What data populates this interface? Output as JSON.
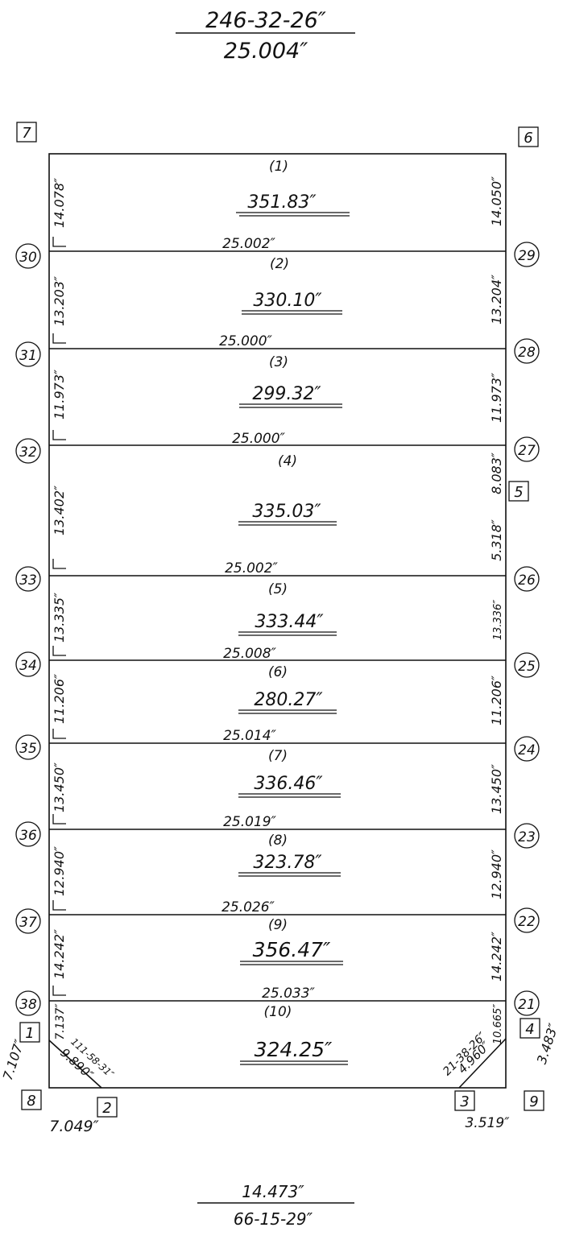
{
  "header": {
    "bearing": "246-32-26″",
    "distance": "25.004″"
  },
  "footer": {
    "distance": "14.473″",
    "bearing": "66-15-29″"
  },
  "corner_markers": {
    "top_left": "7",
    "top_right": "6",
    "right_mid": "5",
    "lower_left": "1",
    "lower_right": "4",
    "bottom_left": "8",
    "bottom_left_inner": "2",
    "bottom_right_inner": "3",
    "bottom_right": "9"
  },
  "left_points": [
    "30",
    "31",
    "32",
    "33",
    "34",
    "35",
    "36",
    "37",
    "38"
  ],
  "right_points": [
    "29",
    "28",
    "27",
    "26",
    "25",
    "24",
    "23",
    "22",
    "21"
  ],
  "lots": [
    {
      "no": "(1)",
      "area": "351.83″",
      "left_side": "14.078″",
      "right_side": "14.050″",
      "bottom": "25.002″"
    },
    {
      "no": "(2)",
      "area": "330.10″",
      "left_side": "13.203″",
      "right_side": "13.204″",
      "bottom": "25.000″"
    },
    {
      "no": "(3)",
      "area": "299.32″",
      "left_side": "11.973″",
      "right_side": "11.973″",
      "bottom": "25.000″"
    },
    {
      "no": "(4)",
      "area": "335.03″",
      "left_side": "13.402″",
      "right_side": "5.318″",
      "right_side_b": "8.083″",
      "bottom": "25.002″"
    },
    {
      "no": "(5)",
      "area": "333.44″",
      "left_side": "13.335″",
      "right_side": "13.336″",
      "bottom": "25.008″"
    },
    {
      "no": "(6)",
      "area": "280.27″",
      "left_side": "11.206″",
      "right_side": "11.206″",
      "bottom": "25.014″"
    },
    {
      "no": "(7)",
      "area": "336.46″",
      "left_side": "13.450″",
      "right_side": "13.450″",
      "bottom": "25.019″"
    },
    {
      "no": "(8)",
      "area": "323.78″",
      "left_side": "12.940″",
      "right_side": "12.940″",
      "bottom": "25.026″"
    },
    {
      "no": "(9)",
      "area": "356.47″",
      "left_side": "14.242″",
      "right_side": "14.242″",
      "bottom": "25.033″"
    },
    {
      "no": "(10)",
      "area": "324.25″",
      "left_side": "7.137″",
      "right_side": "10.665″"
    }
  ],
  "chamfer_left": {
    "length": "9.890″",
    "angle": "111-58-31″"
  },
  "chamfer_right": {
    "length": "4.960″",
    "angle": "21-38-26″"
  },
  "outer_dims": {
    "left_outer": "7.107″",
    "right_outer": "3.483″",
    "bottom_left": "7.049″",
    "bottom_right": "3.519″"
  }
}
